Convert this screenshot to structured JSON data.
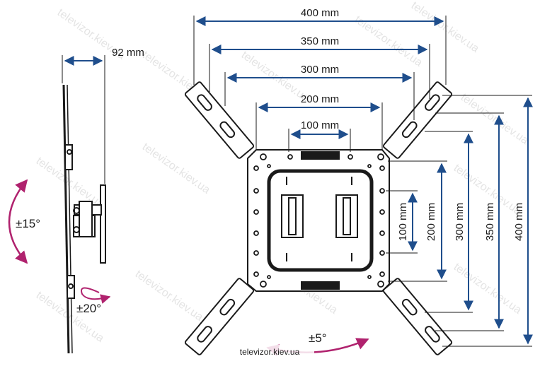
{
  "colors": {
    "arrow": "#1f4e8c",
    "rotate": "#b0226e",
    "outline": "#1a1a1a"
  },
  "depth_label": "92 mm",
  "h_dims": [
    "400 mm",
    "350 mm",
    "300 mm",
    "200 mm",
    "100 mm"
  ],
  "v_dims": [
    "100 mm",
    "200 mm",
    "300 mm",
    "350 mm",
    "400 mm"
  ],
  "tilt_label": "±15°",
  "swivel_label": "±20°",
  "rotate_label": "±5°",
  "watermark": "televizor.kiev.ua",
  "caption": "televizor.kiev.ua"
}
